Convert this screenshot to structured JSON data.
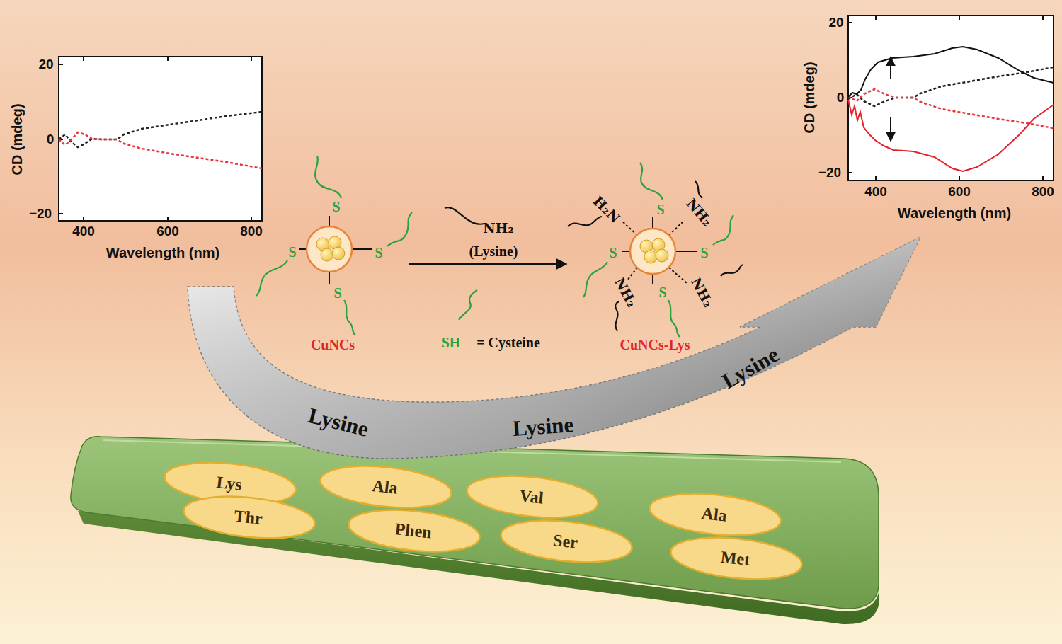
{
  "diagram": {
    "nodes": [
      {
        "text": [
          "CuNCs"
        ]
      },
      {
        "text": [
          "CuNCs-Lys"
        ]
      },
      {
        "text": [
          "Lys"
        ]
      },
      {
        "text": [
          "Ala"
        ]
      },
      {
        "text": [
          "Val"
        ]
      },
      {
        "text": [
          "Ala"
        ]
      },
      {
        "text": [
          "Thr"
        ]
      },
      {
        "text": [
          "Phen"
        ]
      },
      {
        "text": [
          "Ser"
        ]
      },
      {
        "text": [
          "Met"
        ]
      }
    ],
    "edges": [
      {
        "from": 0,
        "to": 1,
        "arrow": "to",
        "label": "(Lysine)"
      }
    ],
    "labels": [
      "20",
      "0",
      "−20",
      "400",
      "600",
      "800",
      "Wavelength (nm)",
      "CD (mdeg)",
      "20",
      "0",
      "−20",
      "400",
      "600",
      "800",
      "Wavelength (nm)",
      "CD (mdeg)",
      "S",
      "S",
      "S",
      "S",
      "NH₂",
      "SH",
      "= Cysteine",
      "H₂N",
      "S",
      "NH₂",
      "S",
      "S",
      "NH₂",
      "S",
      "NH₂",
      "Lysine",
      "Lysine",
      "Lysine"
    ]
  }
}
